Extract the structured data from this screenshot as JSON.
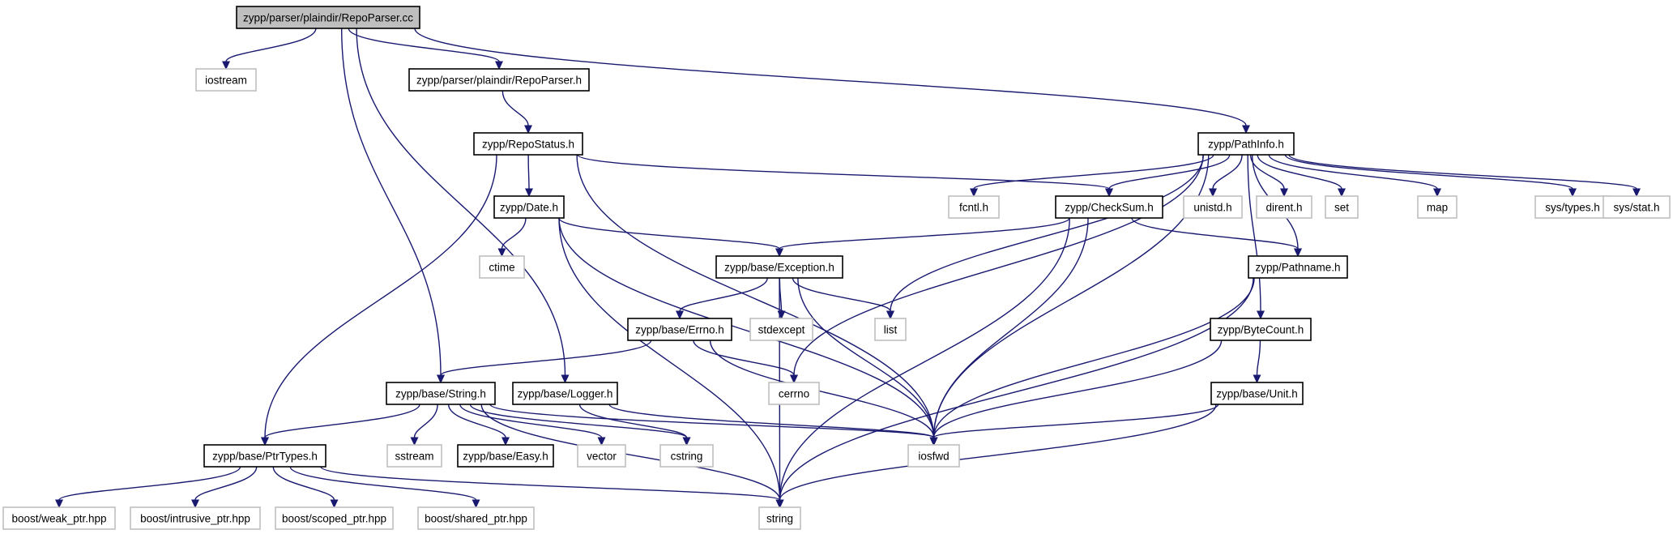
{
  "nodes": [
    {
      "id": "RepoParser_cc",
      "label": "zypp/parser/plaindir/RepoParser.cc",
      "kind": "root"
    },
    {
      "id": "iostream",
      "label": "iostream",
      "kind": "external"
    },
    {
      "id": "RepoParser_h",
      "label": "zypp/parser/plaindir/RepoParser.h",
      "kind": "project"
    },
    {
      "id": "PathInfo_h",
      "label": "zypp/PathInfo.h",
      "kind": "project"
    },
    {
      "id": "RepoStatus_h",
      "label": "zypp/RepoStatus.h",
      "kind": "project"
    },
    {
      "id": "Date_h",
      "label": "zypp/Date.h",
      "kind": "project"
    },
    {
      "id": "fcntl_h",
      "label": "fcntl.h",
      "kind": "external"
    },
    {
      "id": "CheckSum_h",
      "label": "zypp/CheckSum.h",
      "kind": "project"
    },
    {
      "id": "unistd_h",
      "label": "unistd.h",
      "kind": "external"
    },
    {
      "id": "dirent_h",
      "label": "dirent.h",
      "kind": "external"
    },
    {
      "id": "set",
      "label": "set",
      "kind": "external"
    },
    {
      "id": "map",
      "label": "map",
      "kind": "external"
    },
    {
      "id": "sys_types_h",
      "label": "sys/types.h",
      "kind": "external"
    },
    {
      "id": "sys_stat_h",
      "label": "sys/stat.h",
      "kind": "external"
    },
    {
      "id": "ctime",
      "label": "ctime",
      "kind": "external"
    },
    {
      "id": "Exception_h",
      "label": "zypp/base/Exception.h",
      "kind": "project"
    },
    {
      "id": "Pathname_h",
      "label": "zypp/Pathname.h",
      "kind": "project"
    },
    {
      "id": "Errno_h",
      "label": "zypp/base/Errno.h",
      "kind": "project"
    },
    {
      "id": "stdexcept",
      "label": "stdexcept",
      "kind": "external"
    },
    {
      "id": "list",
      "label": "list",
      "kind": "external"
    },
    {
      "id": "ByteCount_h",
      "label": "zypp/ByteCount.h",
      "kind": "project"
    },
    {
      "id": "String_h",
      "label": "zypp/base/String.h",
      "kind": "project"
    },
    {
      "id": "Logger_h",
      "label": "zypp/base/Logger.h",
      "kind": "project"
    },
    {
      "id": "cerrno",
      "label": "cerrno",
      "kind": "external"
    },
    {
      "id": "Unit_h",
      "label": "zypp/base/Unit.h",
      "kind": "project"
    },
    {
      "id": "PtrTypes_h",
      "label": "zypp/base/PtrTypes.h",
      "kind": "project"
    },
    {
      "id": "sstream",
      "label": "sstream",
      "kind": "external"
    },
    {
      "id": "Easy_h",
      "label": "zypp/base/Easy.h",
      "kind": "project"
    },
    {
      "id": "vector",
      "label": "vector",
      "kind": "external"
    },
    {
      "id": "cstring",
      "label": "cstring",
      "kind": "external"
    },
    {
      "id": "iosfwd",
      "label": "iosfwd",
      "kind": "external"
    },
    {
      "id": "boost_weak_ptr",
      "label": "boost/weak_ptr.hpp",
      "kind": "external"
    },
    {
      "id": "boost_intrusive_ptr",
      "label": "boost/intrusive_ptr.hpp",
      "kind": "external"
    },
    {
      "id": "boost_scoped_ptr",
      "label": "boost/scoped_ptr.hpp",
      "kind": "external"
    },
    {
      "id": "boost_shared_ptr",
      "label": "boost/shared_ptr.hpp",
      "kind": "external"
    },
    {
      "id": "string",
      "label": "string",
      "kind": "external"
    }
  ],
  "edges": [
    [
      "RepoParser_cc",
      "iostream"
    ],
    [
      "RepoParser_cc",
      "RepoParser_h"
    ],
    [
      "RepoParser_cc",
      "PathInfo_h"
    ],
    [
      "RepoParser_cc",
      "String_h"
    ],
    [
      "RepoParser_cc",
      "Logger_h"
    ],
    [
      "RepoParser_h",
      "RepoStatus_h"
    ],
    [
      "RepoStatus_h",
      "Date_h"
    ],
    [
      "RepoStatus_h",
      "CheckSum_h"
    ],
    [
      "RepoStatus_h",
      "PtrTypes_h"
    ],
    [
      "RepoStatus_h",
      "iosfwd"
    ],
    [
      "PathInfo_h",
      "fcntl_h"
    ],
    [
      "PathInfo_h",
      "CheckSum_h"
    ],
    [
      "PathInfo_h",
      "unistd_h"
    ],
    [
      "PathInfo_h",
      "dirent_h"
    ],
    [
      "PathInfo_h",
      "set"
    ],
    [
      "PathInfo_h",
      "map"
    ],
    [
      "PathInfo_h",
      "sys_types_h"
    ],
    [
      "PathInfo_h",
      "sys_stat_h"
    ],
    [
      "PathInfo_h",
      "Pathname_h"
    ],
    [
      "PathInfo_h",
      "ByteCount_h"
    ],
    [
      "PathInfo_h",
      "list"
    ],
    [
      "PathInfo_h",
      "cerrno"
    ],
    [
      "PathInfo_h",
      "iosfwd"
    ],
    [
      "Date_h",
      "ctime"
    ],
    [
      "Date_h",
      "Exception_h"
    ],
    [
      "Date_h",
      "iosfwd"
    ],
    [
      "Date_h",
      "string"
    ],
    [
      "CheckSum_h",
      "Exception_h"
    ],
    [
      "CheckSum_h",
      "Pathname_h"
    ],
    [
      "CheckSum_h",
      "iosfwd"
    ],
    [
      "CheckSum_h",
      "string"
    ],
    [
      "Exception_h",
      "Errno_h"
    ],
    [
      "Exception_h",
      "stdexcept"
    ],
    [
      "Exception_h",
      "list"
    ],
    [
      "Exception_h",
      "iosfwd"
    ],
    [
      "Exception_h",
      "string"
    ],
    [
      "Pathname_h",
      "iosfwd"
    ],
    [
      "Pathname_h",
      "string"
    ],
    [
      "Errno_h",
      "String_h"
    ],
    [
      "Errno_h",
      "cerrno"
    ],
    [
      "Errno_h",
      "iosfwd"
    ],
    [
      "ByteCount_h",
      "Unit_h"
    ],
    [
      "ByteCount_h",
      "iosfwd"
    ],
    [
      "Unit_h",
      "iosfwd"
    ],
    [
      "Unit_h",
      "string"
    ],
    [
      "Logger_h",
      "cstring"
    ],
    [
      "Logger_h",
      "iosfwd"
    ],
    [
      "String_h",
      "PtrTypes_h"
    ],
    [
      "String_h",
      "sstream"
    ],
    [
      "String_h",
      "Easy_h"
    ],
    [
      "String_h",
      "vector"
    ],
    [
      "String_h",
      "cstring"
    ],
    [
      "String_h",
      "string"
    ],
    [
      "String_h",
      "iosfwd"
    ],
    [
      "PtrTypes_h",
      "boost_weak_ptr"
    ],
    [
      "PtrTypes_h",
      "boost_intrusive_ptr"
    ],
    [
      "PtrTypes_h",
      "boost_scoped_ptr"
    ],
    [
      "PtrTypes_h",
      "boost_shared_ptr"
    ],
    [
      "PtrTypes_h",
      "string"
    ]
  ],
  "colors": {
    "edge": "#191970",
    "root_fill": "#bfbfbf",
    "external_border": "#bfbfbf",
    "project_border": "#000000"
  }
}
